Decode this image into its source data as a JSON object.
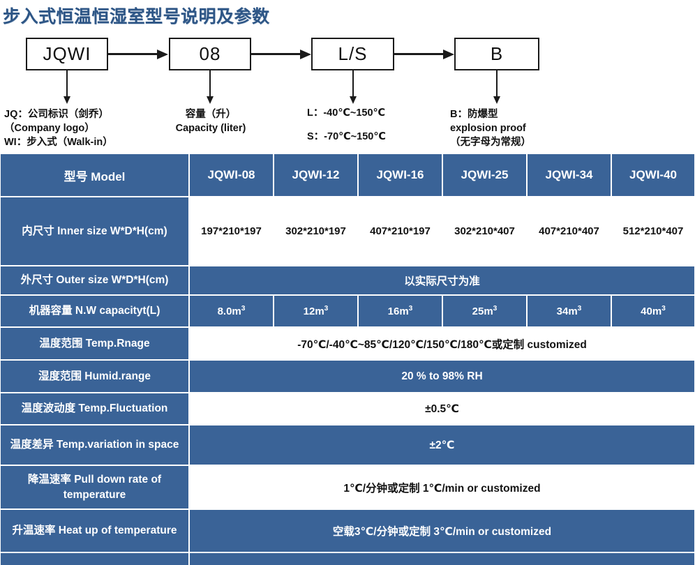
{
  "title": "步入式恒温恒湿室型号说明及参数",
  "diagram": {
    "boxes": [
      {
        "label": "JQWI"
      },
      {
        "label": "08"
      },
      {
        "label": "L/S"
      },
      {
        "label": "B"
      }
    ],
    "legends": [
      "JQ：公司标识（剑乔）\n（Company logo）\nWI：步入式（Walk-in）",
      "容量（升）\nCapacity (liter)",
      "L：-40℃~150℃\n\nS：-70℃~150℃",
      "B：防爆型\nexplosion proof\n（无字母为常规）"
    ]
  },
  "table": {
    "models": [
      "JQWI-08",
      "JQWI-12",
      "JQWI-16",
      "JQWI-25",
      "JQWI-34",
      "JQWI-40"
    ],
    "header_label": "型号 Model",
    "rows": [
      {
        "label": "内尺寸 Inner size W*D*H(cm)",
        "style": "white",
        "span": false,
        "values": [
          "197*210*197",
          "302*210*197",
          "407*210*197",
          "302*210*407",
          "407*210*407",
          "512*210*407"
        ]
      },
      {
        "label": "外尺寸 Outer size W*D*H(cm)",
        "style": "blue",
        "span": true,
        "value": "以实际尺寸为准"
      },
      {
        "label": "机器容量 N.W capacityt(L)",
        "style": "blue",
        "span": false,
        "values": [
          "8.0m³",
          "12m³",
          "16m³",
          "25m³",
          "34m³",
          "40m³"
        ]
      },
      {
        "label": "温度范围 Temp.Rnage",
        "style": "white",
        "span": true,
        "value": "-70℃/-40℃~85℃/120℃/150℃/180℃或定制 customized"
      },
      {
        "label": "湿度范围 Humid.range",
        "style": "blue",
        "span": true,
        "value": "20 % to 98% RH"
      },
      {
        "label": "温度波动度 Temp.Fluctuation",
        "style": "white",
        "span": true,
        "value": "±0.5℃"
      },
      {
        "label": "温度差异 Temp.variation in space",
        "style": "blue",
        "span": true,
        "value": "±2℃"
      },
      {
        "label": "降温速率 Pull down rate of temperature",
        "style": "white",
        "span": true,
        "value": "1℃/分钟或定制    1℃/min or customized"
      },
      {
        "label": "升温速率 Heat up of temperature",
        "style": "blue",
        "span": true,
        "value": "空载3℃/分钟或定制 3℃/min or customized"
      },
      {
        "label": "",
        "style": "blue",
        "span": true,
        "value": ""
      }
    ]
  },
  "colors": {
    "brand_blue": "#3a6397",
    "title_blue": "#2e5686",
    "white": "#ffffff",
    "ink": "#121212"
  }
}
